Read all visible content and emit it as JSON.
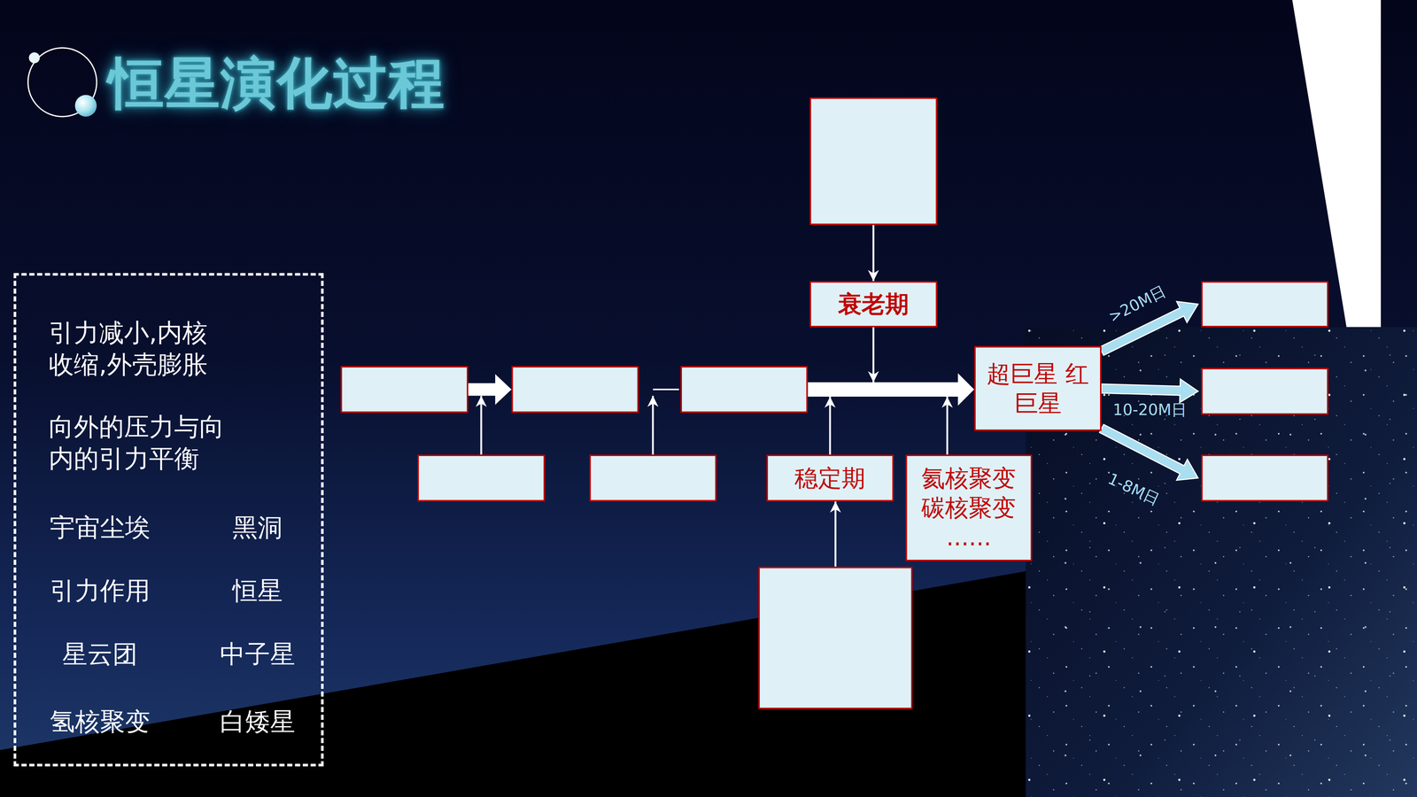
{
  "diagram": {
    "title": "恒星演化过程",
    "nodes": [
      {
        "text": [
          "引力减小,内核收缩,外壳膨胀",
          "向外的压力与向内的引力平衡",
          "宇宙尘埃",
          "黑洞",
          "引力作用",
          "恒星",
          "星云团",
          "中子星",
          "氢核聚变",
          "白矮星"
        ]
      },
      {
        "text": []
      },
      {
        "text": [
          "衰老期"
        ]
      },
      {
        "text": []
      },
      {
        "text": []
      },
      {
        "text": []
      },
      {
        "text": [
          "超巨星 红巨星"
        ]
      },
      {
        "text": []
      },
      {
        "text": []
      },
      {
        "text": []
      },
      {
        "text": []
      },
      {
        "text": [
          "稳定期"
        ]
      },
      {
        "text": [
          "氦核聚变 碳核聚变 ......"
        ]
      },
      {
        "text": []
      },
      {
        "text": []
      }
    ],
    "edges": [
      {
        "from": 3,
        "to": 4,
        "arrow": "to"
      },
      {
        "from": 9,
        "to": 4,
        "arrow": "to"
      },
      {
        "from": 10,
        "to": 5,
        "arrow": "to"
      },
      {
        "from": 5,
        "to": 6,
        "arrow": "to"
      },
      {
        "from": 11,
        "to": 6,
        "arrow": "to"
      },
      {
        "from": 12,
        "to": 6,
        "arrow": "to"
      },
      {
        "from": 2,
        "to": 6,
        "arrow": "to"
      },
      {
        "from": 1,
        "to": 2,
        "arrow": "to"
      },
      {
        "from": 14,
        "to": 11,
        "arrow": "to"
      },
      {
        "from": 6,
        "to": 7,
        "label": ">20M日",
        "arrow": "to"
      },
      {
        "from": 6,
        "to": 8,
        "label": "10-20M日",
        "arrow": "to"
      },
      {
        "from": 6,
        "to": 13,
        "label": "1-8M日",
        "arrow": "to"
      }
    ]
  }
}
